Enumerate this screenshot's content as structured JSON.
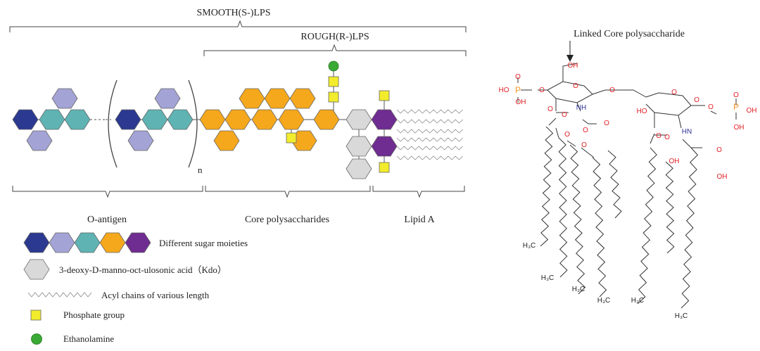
{
  "colors": {
    "dark_blue": "#2b3990",
    "lavender": "#a3a3d6",
    "teal": "#5fb3b3",
    "orange": "#f5a81c",
    "purple": "#6f2c91",
    "kdo_gray": "#d9d9d9",
    "phosphate_yellow": "#f2ec2c",
    "ethanolamine_green": "#3aa935",
    "oxygen_red": "#e31e24",
    "nitrogen_blue": "#2e3192",
    "phosphorus_orange": "#f7931e"
  },
  "brackets": {
    "smooth": "SMOOTH(S-)LPS",
    "rough": "ROUGH(R-)LPS",
    "repeat_n": "n"
  },
  "sections": {
    "o_antigen": "O-antigen",
    "core": "Core polysaccharides",
    "lipid_a": "Lipid A"
  },
  "legend": {
    "sugars": "Different sugar moieties",
    "kdo": "3-deoxy-D-manno-oct-ulosonic acid（Kdo）",
    "acyl": "Acyl chains of various length",
    "phosphate": "Phosphate group",
    "ethanolamine": "Ethanolamine"
  },
  "structure": {
    "linked_core": "Linked Core polysaccharide",
    "oh": "OH",
    "ho": "HO",
    "o": "O",
    "p": "P",
    "nh": "NH",
    "hn": "HN",
    "h3c": "H₃C"
  }
}
